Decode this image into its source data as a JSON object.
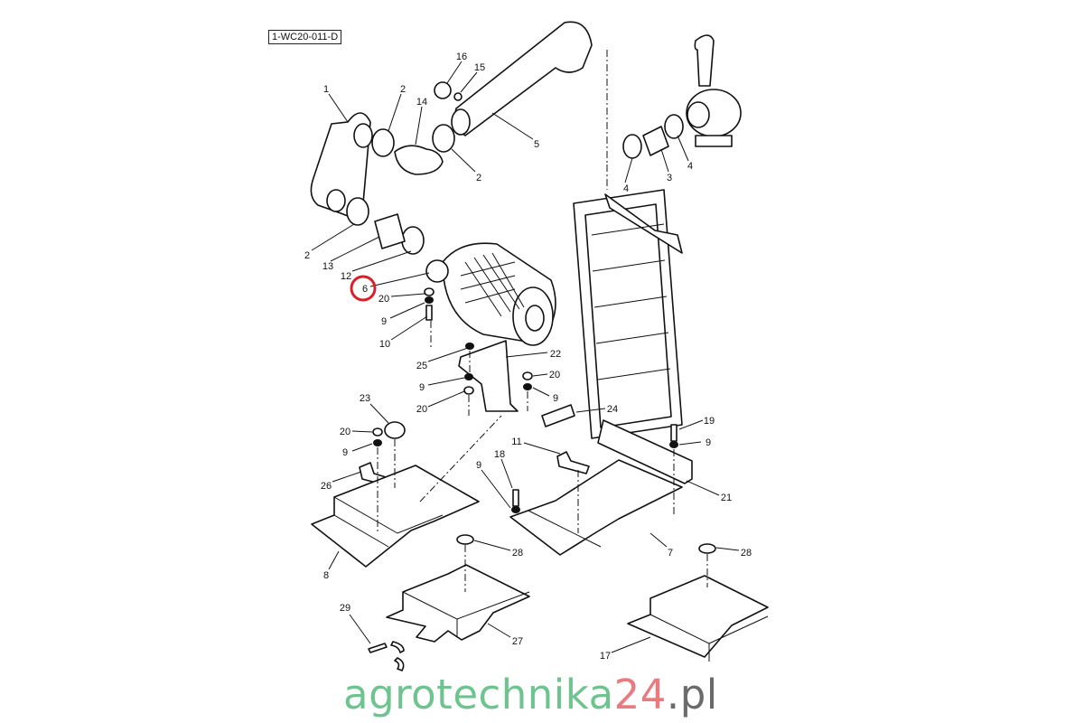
{
  "diagram": {
    "reference_code": "1-WC20-011-D",
    "highlighted_part": "6",
    "highlight_color": "#d9202a",
    "watermark": {
      "part1": "agrotechnika",
      "part2": "24",
      "part3": ".pl"
    },
    "labels": [
      "1",
      "2",
      "14",
      "16",
      "15",
      "5",
      "2",
      "2",
      "13",
      "12",
      "6",
      "20",
      "9",
      "10",
      "4",
      "3",
      "4",
      "22",
      "25",
      "20",
      "9",
      "20",
      "9",
      "23",
      "24",
      "19",
      "9",
      "20",
      "9",
      "11",
      "18",
      "9",
      "26",
      "21",
      "8",
      "28",
      "7",
      "28",
      "29",
      "27",
      "17"
    ]
  }
}
